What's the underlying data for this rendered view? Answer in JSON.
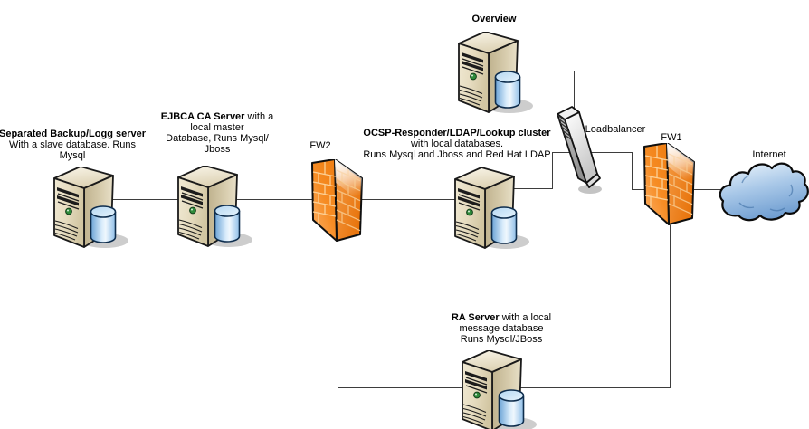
{
  "diagram": {
    "title": "Overview"
  },
  "nodes": {
    "backup": {
      "title": "Separated Backup/Logg server",
      "desc": "\nWith a slave database. Runs\nMysql"
    },
    "ejbca": {
      "title": "EJBCA CA Server",
      "desc": " with a\nlocal master\nDatabase, Runs Mysql/\nJboss"
    },
    "ocsp": {
      "title": "OCSP-Responder/LDAP/Lookup cluster",
      "desc": "\nwith local databases.\nRuns Mysql and Jboss and Red Hat LDAP"
    },
    "ra": {
      "title": "RA Server",
      "desc": " with a local\nmessage database\nRuns Mysql/JBoss"
    },
    "fw2": {
      "label": "FW2"
    },
    "fw1": {
      "label": "FW1"
    },
    "loadbalancer": {
      "label": "Loadbalancer"
    },
    "internet": {
      "label": "Internet"
    }
  },
  "icons": {
    "server": "server-tower-with-database",
    "firewall": "orange-brick-firewall",
    "loadbalancer": "loadbalancer-appliance",
    "cloud": "internet-cloud"
  },
  "colors": {
    "firewall_orange": "#f68c24",
    "server_beige": "#e6dcc0",
    "database_blue": "#90bfe8",
    "cloud_blue": "#6d9cd0",
    "connector_gray": "#3d3d3d"
  }
}
